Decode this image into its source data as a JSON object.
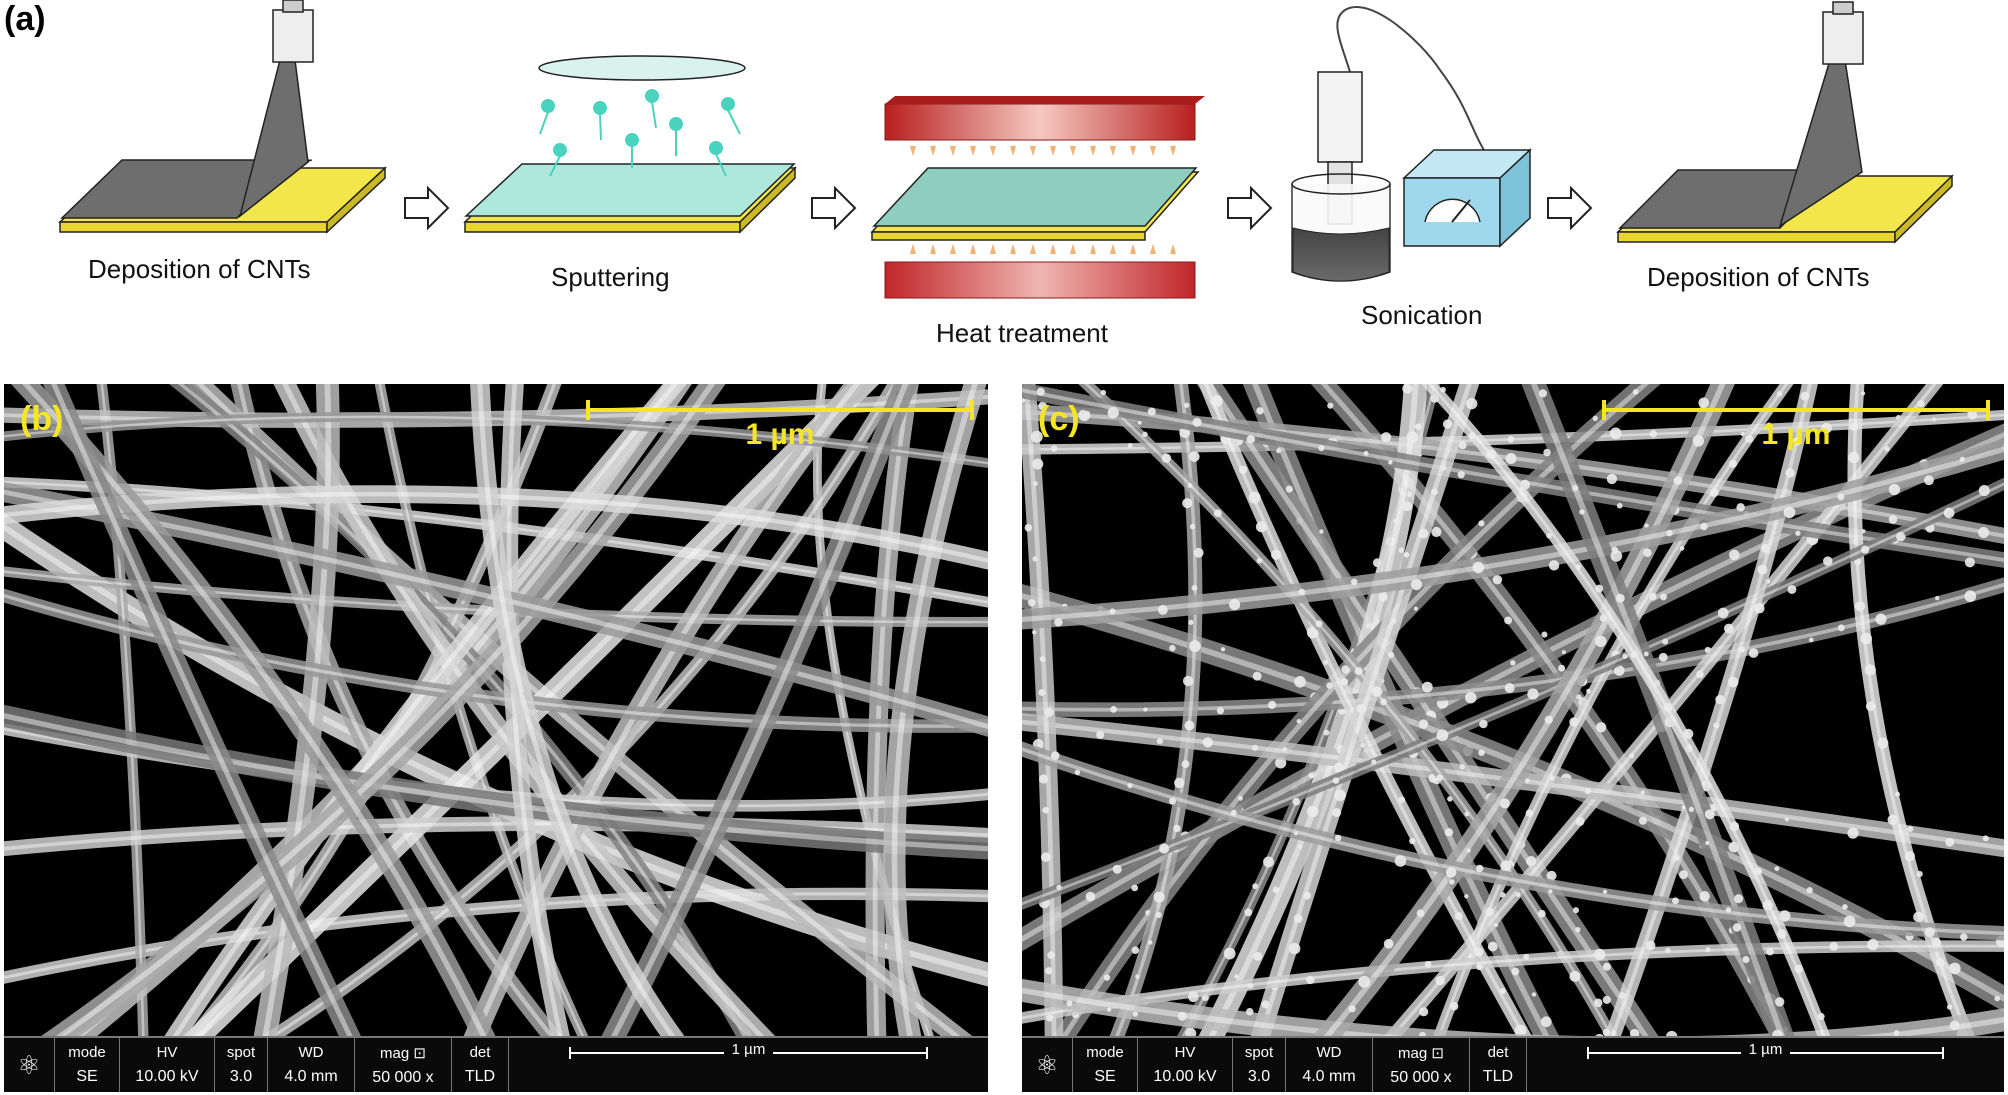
{
  "figure": {
    "panel_a_label": "(a)",
    "steps": [
      {
        "label": "Deposition of CNTs"
      },
      {
        "label": "Sputtering"
      },
      {
        "label": "Heat treatment"
      },
      {
        "label": "Sonication"
      },
      {
        "label": "Deposition of CNTs"
      }
    ],
    "colors": {
      "substrate_yellow": "#f3e64a",
      "cnt_gray": "#6e6e6e",
      "film_cyan": "#aee8dc",
      "heater_red": "#cc2a2a",
      "arrow_orange": "#f0b070",
      "particle_teal": "#49d3bf",
      "sem_label_yellow": "#f5e623"
    }
  },
  "sem_panels": [
    {
      "id": "b",
      "label": "(b)",
      "scale_text": "1 µm",
      "infobar": {
        "mode_label": "mode",
        "mode": "SE",
        "hv_label": "HV",
        "hv": "10.00 kV",
        "spot_label": "spot",
        "spot": "3.0",
        "wd_label": "WD",
        "wd": "4.0 mm",
        "mag_label": "mag ⊡",
        "mag": "50 000 x",
        "det_label": "det",
        "det": "TLD",
        "scale": "1 µm"
      }
    },
    {
      "id": "c",
      "label": "(c)",
      "scale_text": "1 µm",
      "infobar": {
        "mode_label": "mode",
        "mode": "SE",
        "hv_label": "HV",
        "hv": "10.00 kV",
        "spot_label": "spot",
        "spot": "3.0",
        "wd_label": "WD",
        "wd": "4.0 mm",
        "mag_label": "mag ⊡",
        "mag": "50 000 x",
        "det_label": "det",
        "det": "TLD",
        "scale": "1 µm"
      }
    }
  ]
}
